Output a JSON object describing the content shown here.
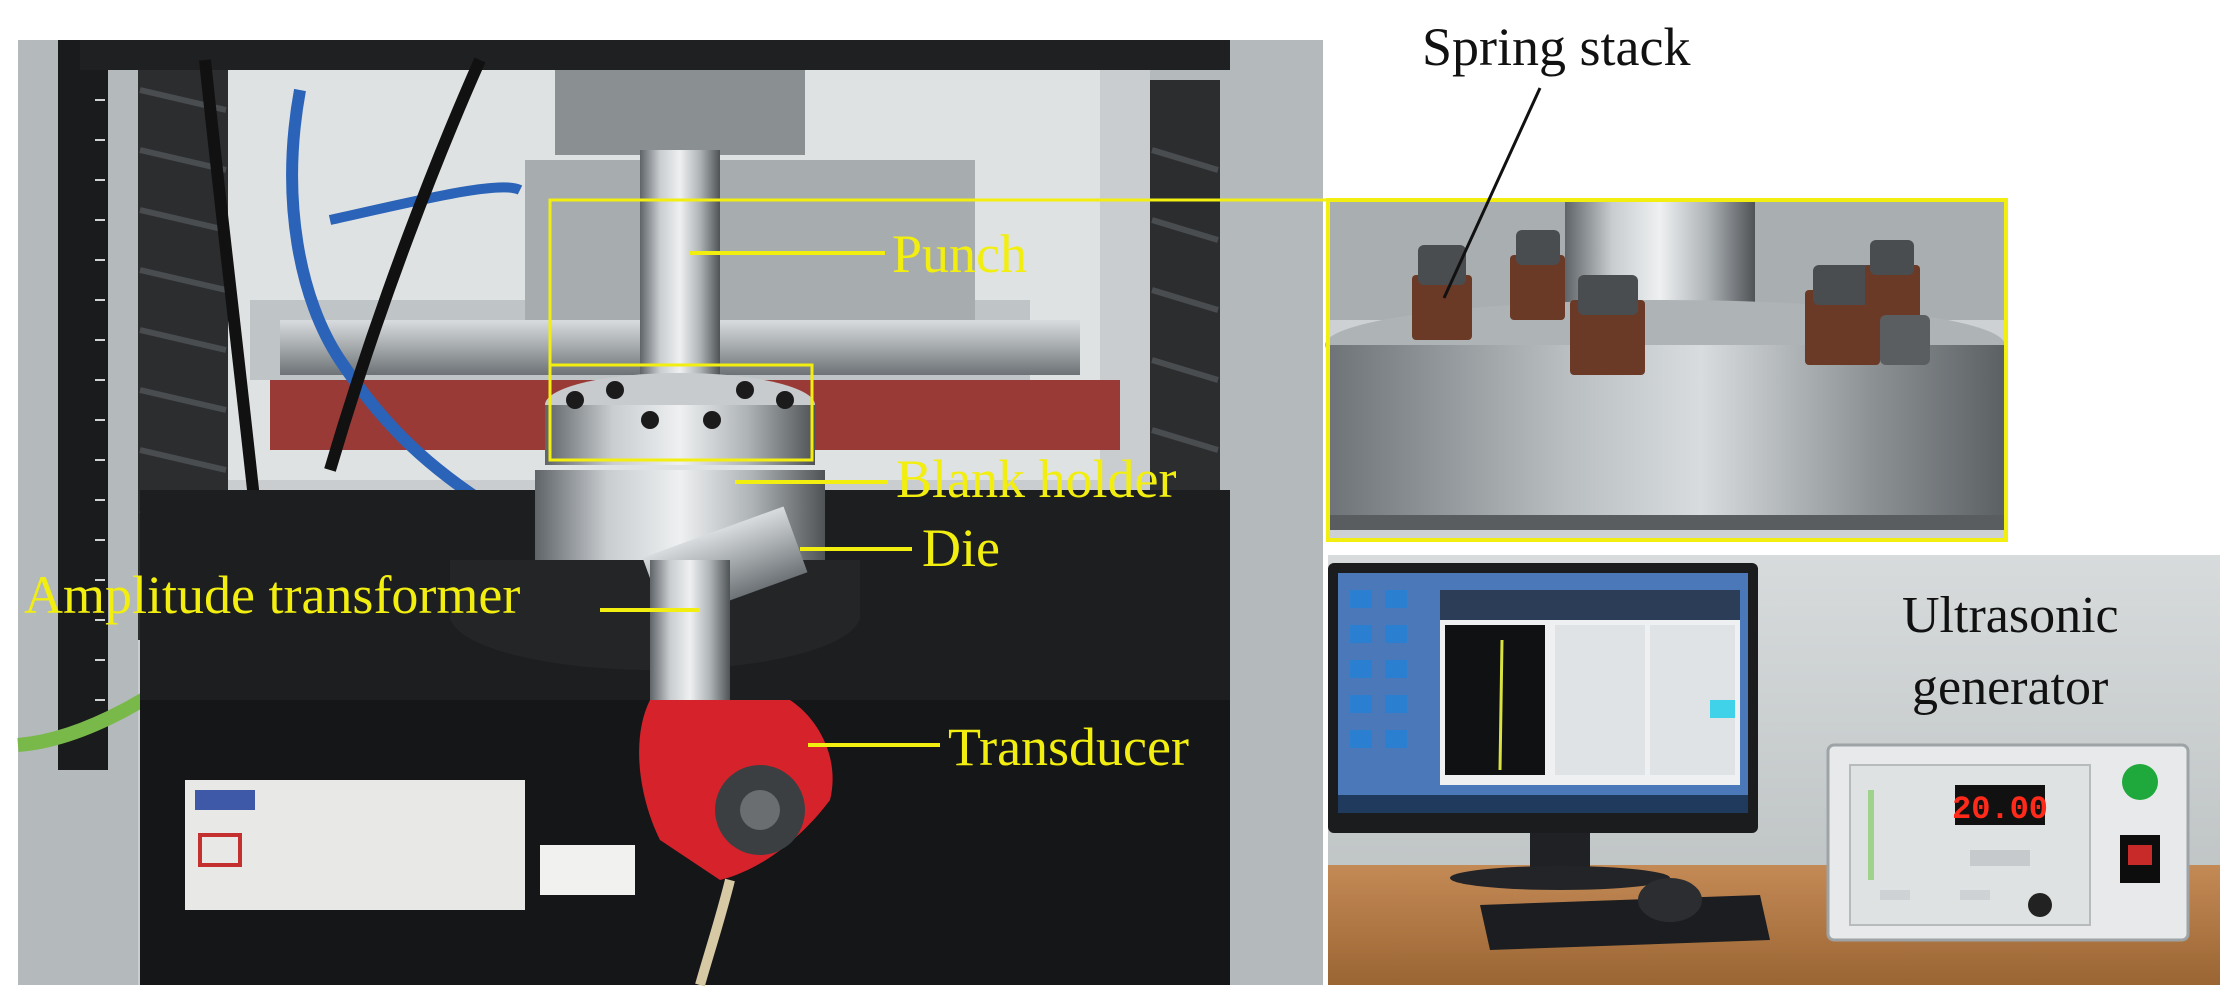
{
  "labels": {
    "punch": "Punch",
    "blank_holder": "Blank holder",
    "die": "Die",
    "amplitude_transformer": "Amplitude transformer",
    "transducer": "Transducer",
    "spring_stack": "Spring stack",
    "ultrasonic_line1": "Ultrasonic",
    "ultrasonic_line2": "generator"
  },
  "generator_display": "20.00",
  "colors": {
    "callout": "#f2ee10",
    "display": "#ff2a1a",
    "background": "#ffffff"
  }
}
